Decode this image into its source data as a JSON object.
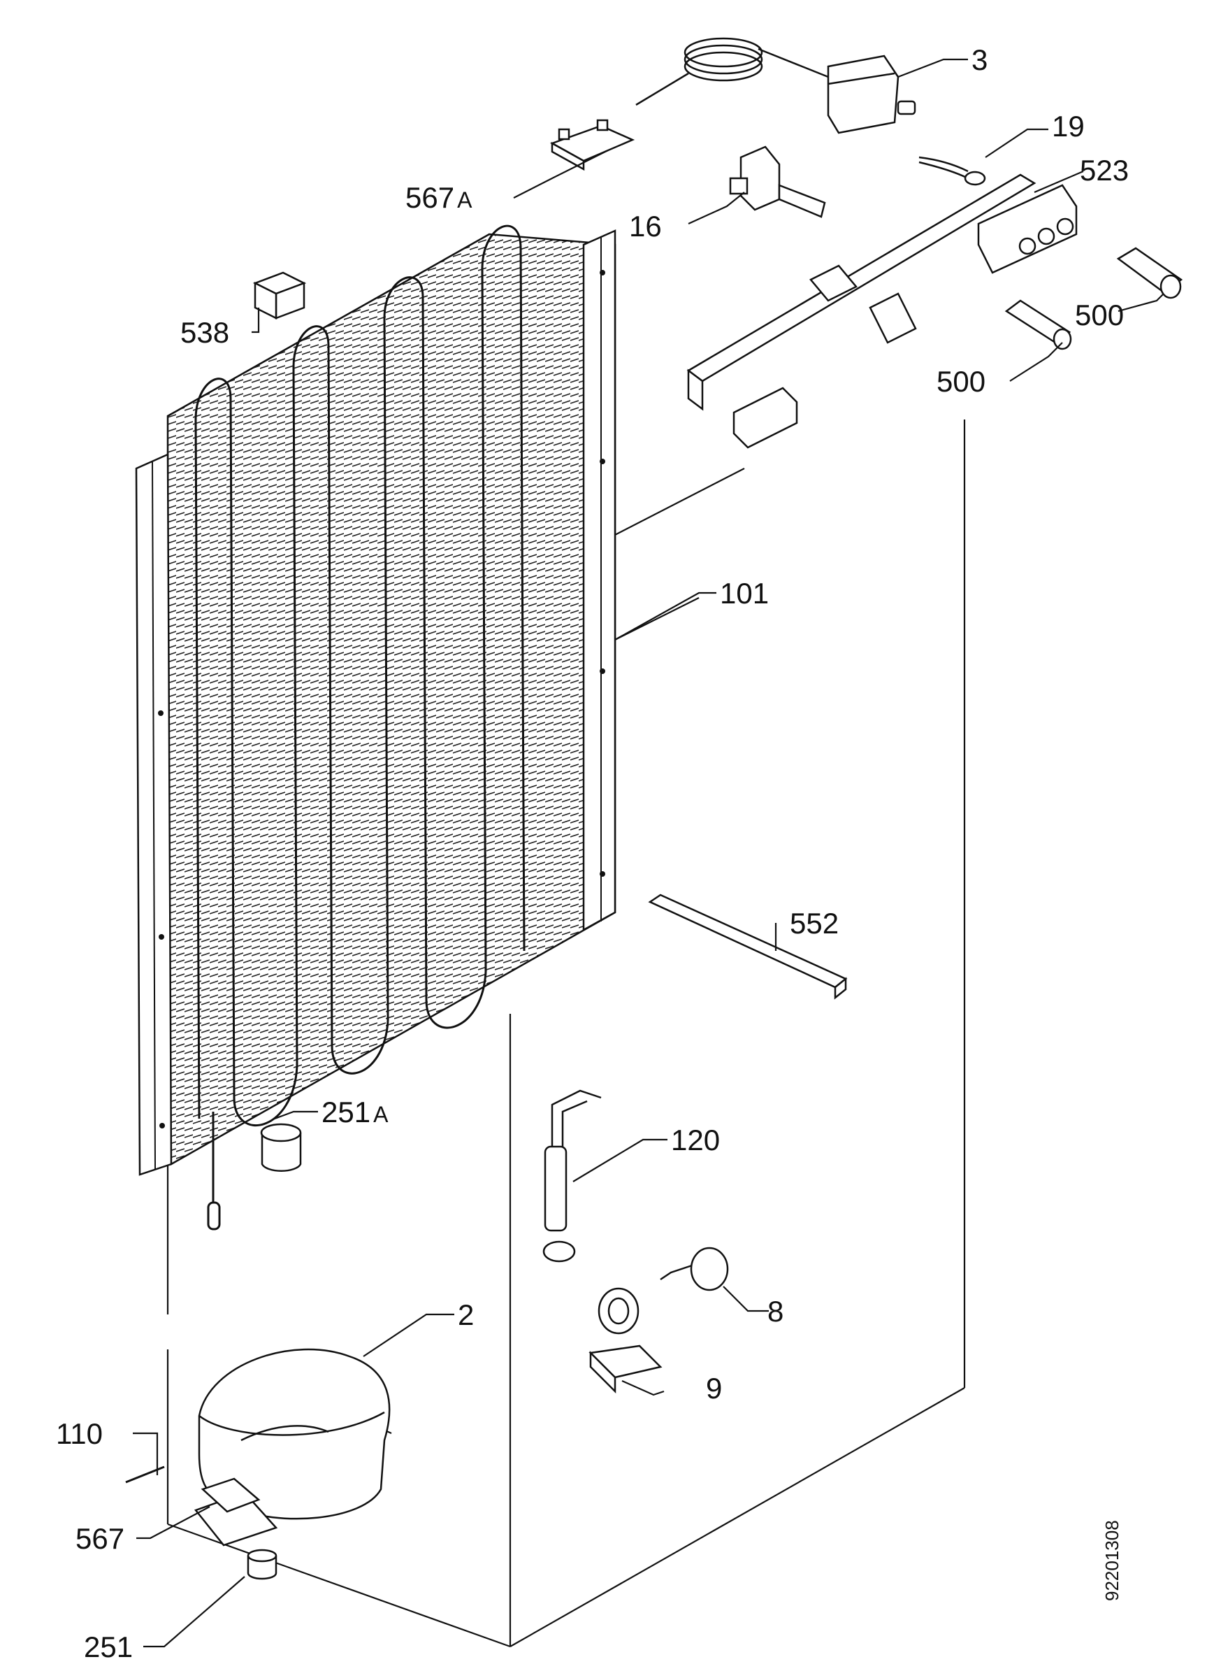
{
  "diagram": {
    "parts": [
      {
        "id": "3",
        "label": "3"
      },
      {
        "id": "19",
        "label": "19"
      },
      {
        "id": "523",
        "label": "523"
      },
      {
        "id": "567a",
        "label": "567",
        "suffix": "A"
      },
      {
        "id": "16",
        "label": "16"
      },
      {
        "id": "538",
        "label": "538"
      },
      {
        "id": "500a",
        "label": "500"
      },
      {
        "id": "500b",
        "label": "500"
      },
      {
        "id": "101",
        "label": "101"
      },
      {
        "id": "552",
        "label": "552"
      },
      {
        "id": "251a",
        "label": "251",
        "suffix": "A"
      },
      {
        "id": "120",
        "label": "120"
      },
      {
        "id": "2",
        "label": "2"
      },
      {
        "id": "8",
        "label": "8"
      },
      {
        "id": "9",
        "label": "9"
      },
      {
        "id": "110",
        "label": "110"
      },
      {
        "id": "567",
        "label": "567"
      },
      {
        "id": "251",
        "label": "251"
      }
    ],
    "document_number": "92201308"
  }
}
